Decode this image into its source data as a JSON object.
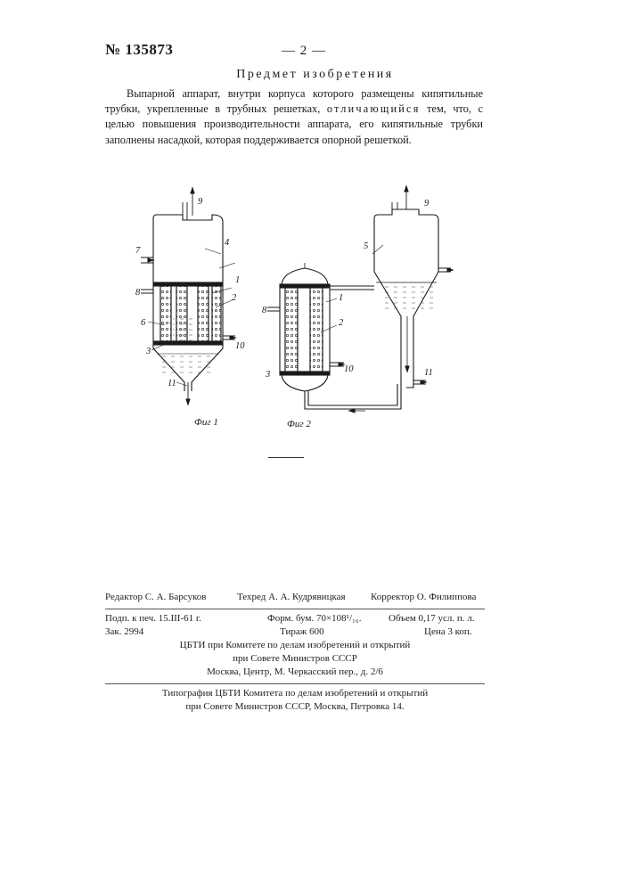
{
  "header": {
    "patent_number": "№ 135873",
    "page_number": "— 2 —",
    "section_title": "Предмет изобретения"
  },
  "claim": {
    "part1": "Выпарной аппарат, внутри корпуса которого размещены кипятильные трубки, укрепленные в трубных решетках,",
    "spaced": "отличающийся",
    "part2": "тем, что, с целью повышения производительности аппарата, его кипятильные трубки заполнены насадкой, которая поддерживается опорной решеткой."
  },
  "figures": {
    "fig1_caption": "Фиг 1",
    "fig2_caption": "Фиг 2",
    "labels": {
      "n1": "1",
      "n2": "2",
      "n3": "3",
      "n4": "4",
      "n5": "5",
      "n6": "6",
      "n7": "7",
      "n8": "8",
      "n9": "9",
      "n10": "10",
      "n11": "11"
    }
  },
  "footer": {
    "editor": "Редактор С. А. Барсуков",
    "techred": "Техред А. А. Кудрявицкая",
    "corrector": "Корректор О. Филиппова",
    "signed": "Подп. к печ. 15.III-61 г.",
    "format": "Форм. бум. 70×108¹/₁₆.",
    "volume": "Объем 0,17 усл. п. л.",
    "order": "Зак. 2994",
    "print_run": "Тираж 600",
    "price": "Цена 3 коп.",
    "org_line1": "ЦБТИ при Комитете по делам изобретений и открытий",
    "org_line2": "при Совете Министров СССР",
    "org_line3": "Москва, Центр, М. Черкасский пер., д. 2/6",
    "print_line1": "Типография ЦБТИ Комитета по делам изобретений и открытий",
    "print_line2": "при Совете Министров СССР, Москва, Петровка 14."
  }
}
